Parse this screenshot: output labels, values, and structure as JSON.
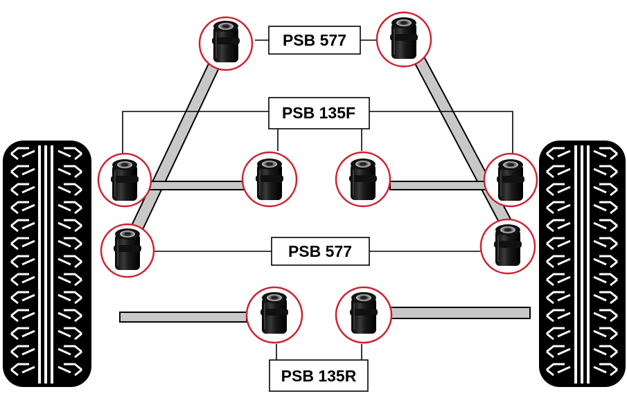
{
  "colors": {
    "circle_outline": "#d0202e",
    "arm_fill": "#c8c8c8",
    "arm_stroke": "#000000",
    "tyre": "#000000",
    "line": "#000000",
    "background": "#ffffff"
  },
  "icons": {
    "bush": "polyurethane-bush-icon",
    "tyre": "tyre-tread-icon"
  },
  "labels": {
    "top": "PSB 577",
    "upper_middle": "PSB 135F",
    "lower_middle": "PSB 577",
    "bottom": "PSB 135R"
  }
}
